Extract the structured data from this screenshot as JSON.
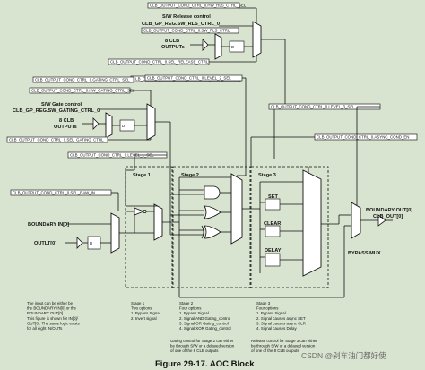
{
  "figure": {
    "caption": "Figure 29-17. AOC Block"
  },
  "inputs": {
    "sw_release_title": "S/W Release control",
    "sw_release_reg": "CLB_GP_REG.SW_RLS_CTRL_0",
    "clb_outputs_top": "8 CLB\nOUTPUTs",
    "sw_gate_title": "S/W Gate control",
    "sw_gate_reg": "CLB_GP_REG.SW_GATING_CTRL_0",
    "clb_outputs_mid": "8 CLB\nOUTPUTs",
    "boundary_in": "BOUNDARY IN[0]",
    "output_in": "OUTLT[0]",
    "boundary_out": "BOUNDARY OUT[0]",
    "clb_out": "CLB_OUT[0]",
    "bypass_mux": "BYPASS MUX"
  },
  "registers": {
    "hw_rls_ctrl_sel": "CLB_OUTPUT_COND_CTRL_0.HW_RLS_CTRL_SEL",
    "sw_rls_ctrl": "CLB_OUTPUT_COND_CTRL_0.SW_RLS_CTRL",
    "sel_release_ctrl": "CLB_OUTPUT_COND_CTRL_0.SEL_RELEASE_CTRL",
    "level_3_sel": "CLB_OUTPUT_COND_CTRL_0.LEVEL_3_SEL",
    "hw_gating_ctrl_sel": "CLB_OUTPUT_COND_CTRL_0.HW_GATING_CTRL_SEL",
    "level_2_sel": "CLB_OUTPUT_COND_CTRL_0.LEVEL_2_SEL",
    "async_cond_en": "CLB_OUTPUT_COND_CTRL_0.ASYNC_COND_EN",
    "sel_gating_ctrl": "CLB_OUTPUT_COND_CTRL_0.SEL_GATING_CTRL",
    "level_1_sel": "CLB_OUTPUT_COND_CTRL_0.LEVEL_1_SEL",
    "sel_raw_in": "CLB_OUTPUT_COND_CTRL_0.SEL_RAW_IN"
  },
  "stages": {
    "stage1": "Stage 1",
    "stage2": "Stage 2",
    "stage3": "Stage 3"
  },
  "stage3_blocks": {
    "set": "SET",
    "clear": "CLEAR",
    "delay": "DELAY"
  },
  "notes": {
    "input_note": "The input can be either be\nthe BOUNDARY IN[0] or the\nBOUNDARY OUT[0]\nThis figure is shown for IN[0]/\nOUT[0]. The same logic exists\nfor all eight IN/OUTs",
    "stage1_note": "Stage 1\nTwo options\n1. Bypass Signal\n2. Invert signal",
    "stage2_note": "Stage 2\nFour options\n1. Bypass Signal\n2. Signal AND Gating_control\n3. Signal OR Gating_control\n4. Signal XOR Gating_control",
    "stage2_gating_note": "Gating control for Stage 2 can either\nbe through S/W or a delayed version\nof one of the 8 CLB outputs",
    "stage3_note": "Stage 3\nFour options\n1. Bypass Signal\n2. Signal causes async SET\n3. Signal causes async CLR\n4. Signal causes Delay",
    "stage3_release_note": "Release control for Stage 3 can either\nbe through S/W or a delayed version\nof one of the 8 CLB outputs"
  },
  "watermark": "CSDN @剁车油门都好使"
}
